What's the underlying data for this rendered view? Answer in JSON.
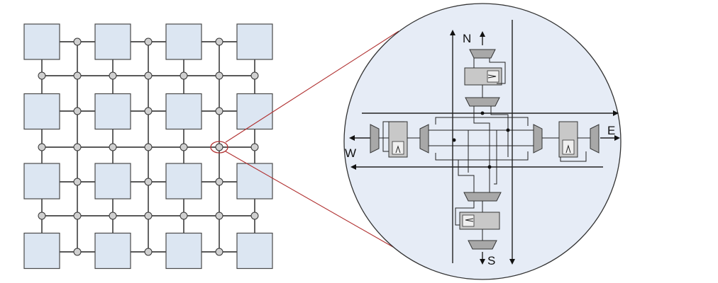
{
  "diagram": {
    "mesh": {
      "rows": 4,
      "cols": 4
    },
    "router_labels": {
      "north": "N",
      "south": "S",
      "east": "E",
      "west": "W"
    },
    "colors": {
      "tile_fill": "#dce6f2",
      "circle_fill": "#e6ecf6",
      "zoom_line": "#b03030",
      "mux_fill": "#a8a8a8",
      "node_fill": "#d0d0d0"
    }
  }
}
